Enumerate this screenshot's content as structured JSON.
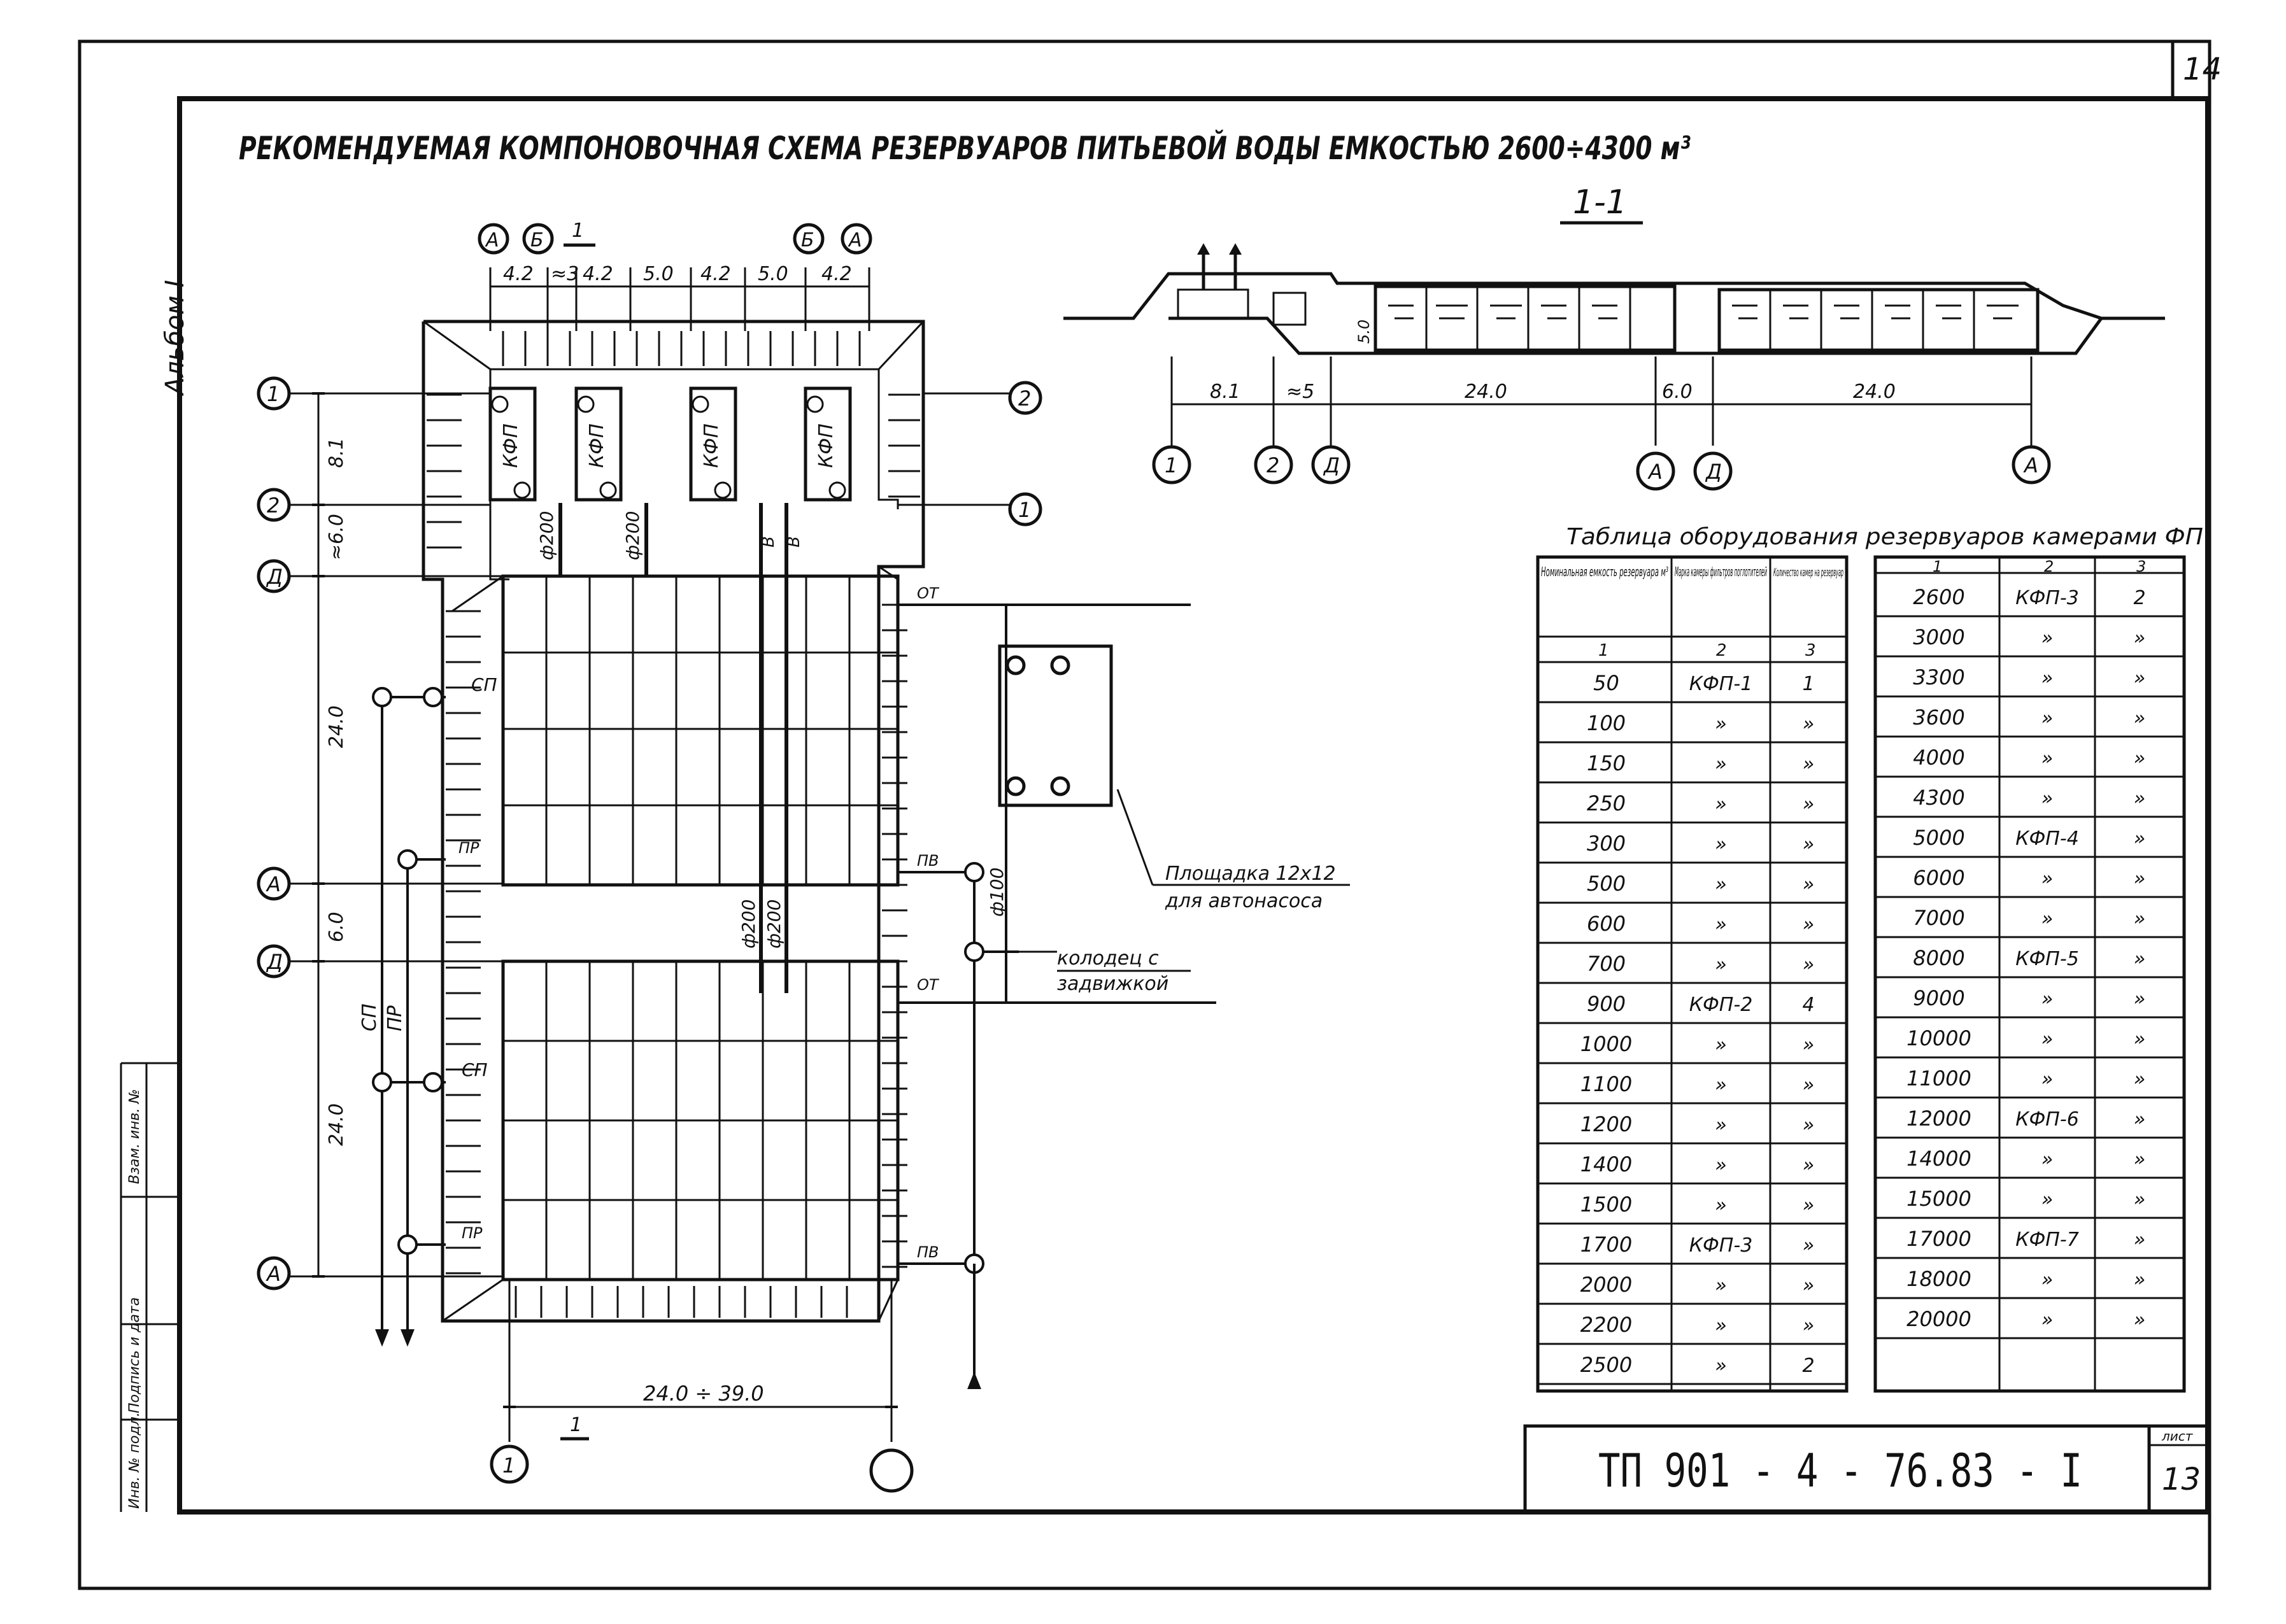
{
  "sheet": {
    "page_number": "14",
    "title": "РЕКОМЕНДУЕМАЯ КОМПОНОВОЧНАЯ СХЕМА РЕЗЕРВУАРОВ ПИТЬЕВОЙ ВОДЫ ЕМКОСТЬЮ 2600÷4300 м³",
    "side_label": "Альбом I",
    "stamp_code": "ТП  901 - 4 - 76.83 - I",
    "stamp_sheet_label": "лист",
    "stamp_sheet_number": "13",
    "left_strip_labels": [
      "Инв. № подл.",
      "Подпись и дата",
      "Взам. инв. №"
    ]
  },
  "plan": {
    "axis_top": [
      "А",
      "Б",
      "Б",
      "А"
    ],
    "axis_left": [
      "1",
      "2",
      "Д",
      "А",
      "Д",
      "А"
    ],
    "axis_right": [
      "2",
      "1"
    ],
    "axis_bottom": [
      "1",
      ""
    ],
    "dims_top": [
      "4.2",
      "≈3",
      "4.2",
      "5.0",
      "4.2",
      "5.0",
      "4.2"
    ],
    "dims_left": [
      "8.1",
      "≈6.0",
      "24.0",
      "6.0",
      "24.0"
    ],
    "dim_bottom": "24.0 ÷ 39.0",
    "section_mark": "1",
    "chamber_label": "КФП",
    "pipe_labels": [
      "ф200",
      "ф200",
      "ф200",
      "ф200",
      "ф100"
    ],
    "pipe_tags": [
      "СП",
      "ПР",
      "СП",
      "ПР",
      "ОТ",
      "ПВ",
      "ОТ",
      "ПВ",
      "В"
    ],
    "riser_labels": [
      "СП",
      "ПР"
    ],
    "platform_label": "Площадка 12x12",
    "platform_sub": "для автонасоса",
    "well_label": "колодец с",
    "well_sub": "задвижкой"
  },
  "section": {
    "title": "1-1",
    "dims": [
      "8.1",
      "≈5",
      "24.0",
      "6.0",
      "24.0"
    ],
    "height_dim": "5.0",
    "axes": [
      "1",
      "2",
      "Д",
      "А",
      "Д",
      "А"
    ]
  },
  "table": {
    "title": "Таблица оборудования резервуаров камерами ФП",
    "headers": [
      "Номинальная емкость резервуара м³",
      "Марка камеры фильтров поглотителей",
      "Количество камер на резервуар"
    ],
    "header_nums": [
      "1",
      "2",
      "3"
    ],
    "left_rows": [
      [
        "50",
        "КФП-1",
        "1"
      ],
      [
        "100",
        "»",
        "»"
      ],
      [
        "150",
        "»",
        "»"
      ],
      [
        "250",
        "»",
        "»"
      ],
      [
        "300",
        "»",
        "»"
      ],
      [
        "500",
        "»",
        "»"
      ],
      [
        "600",
        "»",
        "»"
      ],
      [
        "700",
        "»",
        "»"
      ],
      [
        "900",
        "КФП-2",
        "4"
      ],
      [
        "1000",
        "»",
        "»"
      ],
      [
        "1100",
        "»",
        "»"
      ],
      [
        "1200",
        "»",
        "»"
      ],
      [
        "1400",
        "»",
        "»"
      ],
      [
        "1500",
        "»",
        "»"
      ],
      [
        "1700",
        "КФП-3",
        "»"
      ],
      [
        "2000",
        "»",
        "»"
      ],
      [
        "2200",
        "»",
        "»"
      ],
      [
        "2500",
        "»",
        "2"
      ]
    ],
    "right_rows": [
      [
        "2600",
        "КФП-3",
        "2"
      ],
      [
        "3000",
        "»",
        "»"
      ],
      [
        "3300",
        "»",
        "»"
      ],
      [
        "3600",
        "»",
        "»"
      ],
      [
        "4000",
        "»",
        "»"
      ],
      [
        "4300",
        "»",
        "»"
      ],
      [
        "5000",
        "КФП-4",
        "»"
      ],
      [
        "6000",
        "»",
        "»"
      ],
      [
        "7000",
        "»",
        "»"
      ],
      [
        "8000",
        "КФП-5",
        "»"
      ],
      [
        "9000",
        "»",
        "»"
      ],
      [
        "10000",
        "»",
        "»"
      ],
      [
        "11000",
        "»",
        "»"
      ],
      [
        "12000",
        "КФП-6",
        "»"
      ],
      [
        "14000",
        "»",
        "»"
      ],
      [
        "15000",
        "»",
        "»"
      ],
      [
        "17000",
        "КФП-7",
        "»"
      ],
      [
        "18000",
        "»",
        "»"
      ],
      [
        "20000",
        "»",
        "»"
      ]
    ]
  },
  "colors": {
    "ink": "#111111",
    "paper": "#ffffff"
  }
}
